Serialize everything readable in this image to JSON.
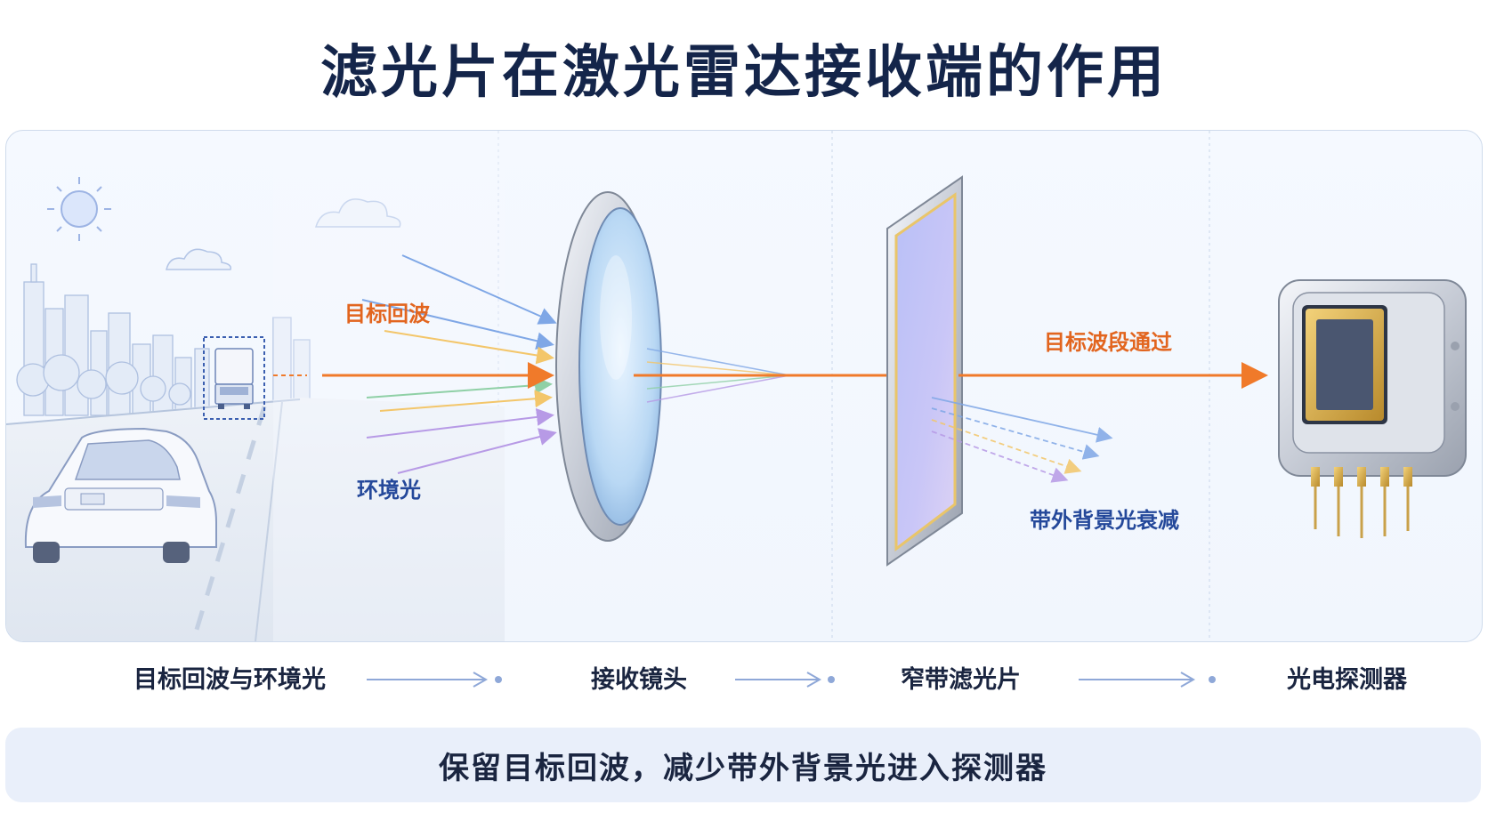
{
  "title": "滤光片在激光雷达接收端的作用",
  "labels": {
    "target_echo": "目标回波",
    "ambient_light": "环境光",
    "band_pass": "目标波段通过",
    "out_of_band": "带外背景光衰减"
  },
  "steps": [
    {
      "label": "目标回波与环境光"
    },
    {
      "label": "接收镜头"
    },
    {
      "label": "窄带滤光片"
    },
    {
      "label": "光电探测器"
    }
  ],
  "summary": "保留目标回波，减少带外背景光进入探测器",
  "colors": {
    "title": "#14254a",
    "accent_orange": "#f07a2a",
    "accent_blue": "#24489a",
    "panel_border": "#cfdbec",
    "bottom_bar": "#e9effa"
  }
}
